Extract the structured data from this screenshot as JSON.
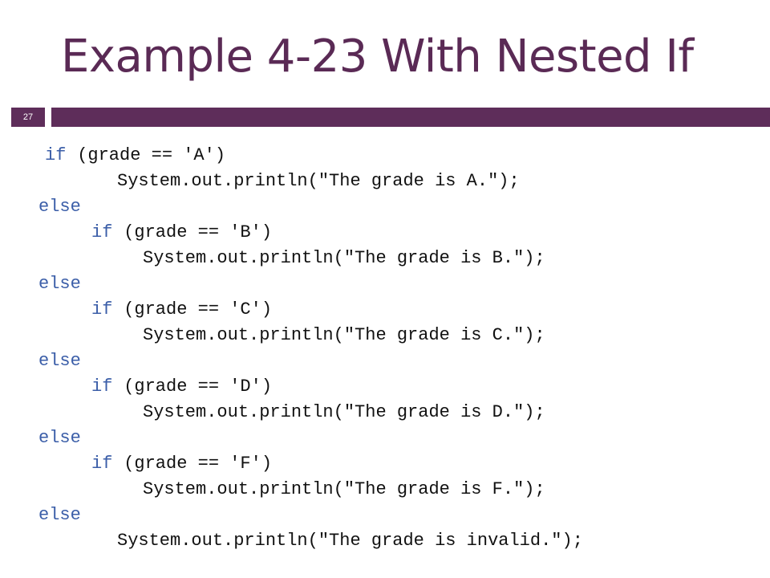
{
  "slide": {
    "title": "Example 4-23 With Nested If",
    "slide_number": "27",
    "accent_color": "#5e2d5a",
    "title_color": "#5a2a55"
  },
  "code": {
    "keyword_color": "#3b5ea8",
    "lines": [
      {
        "kw": "if",
        "rest": " (grade == 'A')"
      },
      {
        "kw": "",
        "rest": "System.out.println(\"The grade is A.\");"
      },
      {
        "kw": "else",
        "rest": ""
      },
      {
        "kw": "if",
        "rest": " (grade == 'B')"
      },
      {
        "kw": "",
        "rest": "System.out.println(\"The grade is B.\");"
      },
      {
        "kw": "else",
        "rest": ""
      },
      {
        "kw": "if",
        "rest": " (grade == 'C')"
      },
      {
        "kw": "",
        "rest": "System.out.println(\"The grade is C.\");"
      },
      {
        "kw": "else",
        "rest": ""
      },
      {
        "kw": "if",
        "rest": " (grade == 'D')"
      },
      {
        "kw": "",
        "rest": "System.out.println(\"The grade is D.\");"
      },
      {
        "kw": "else",
        "rest": ""
      },
      {
        "kw": "if",
        "rest": " (grade == 'F')"
      },
      {
        "kw": "",
        "rest": "System.out.println(\"The grade is F.\");"
      },
      {
        "kw": "else",
        "rest": ""
      },
      {
        "kw": "",
        "rest": "System.out.println(\"The grade is invalid.\");"
      }
    ]
  }
}
